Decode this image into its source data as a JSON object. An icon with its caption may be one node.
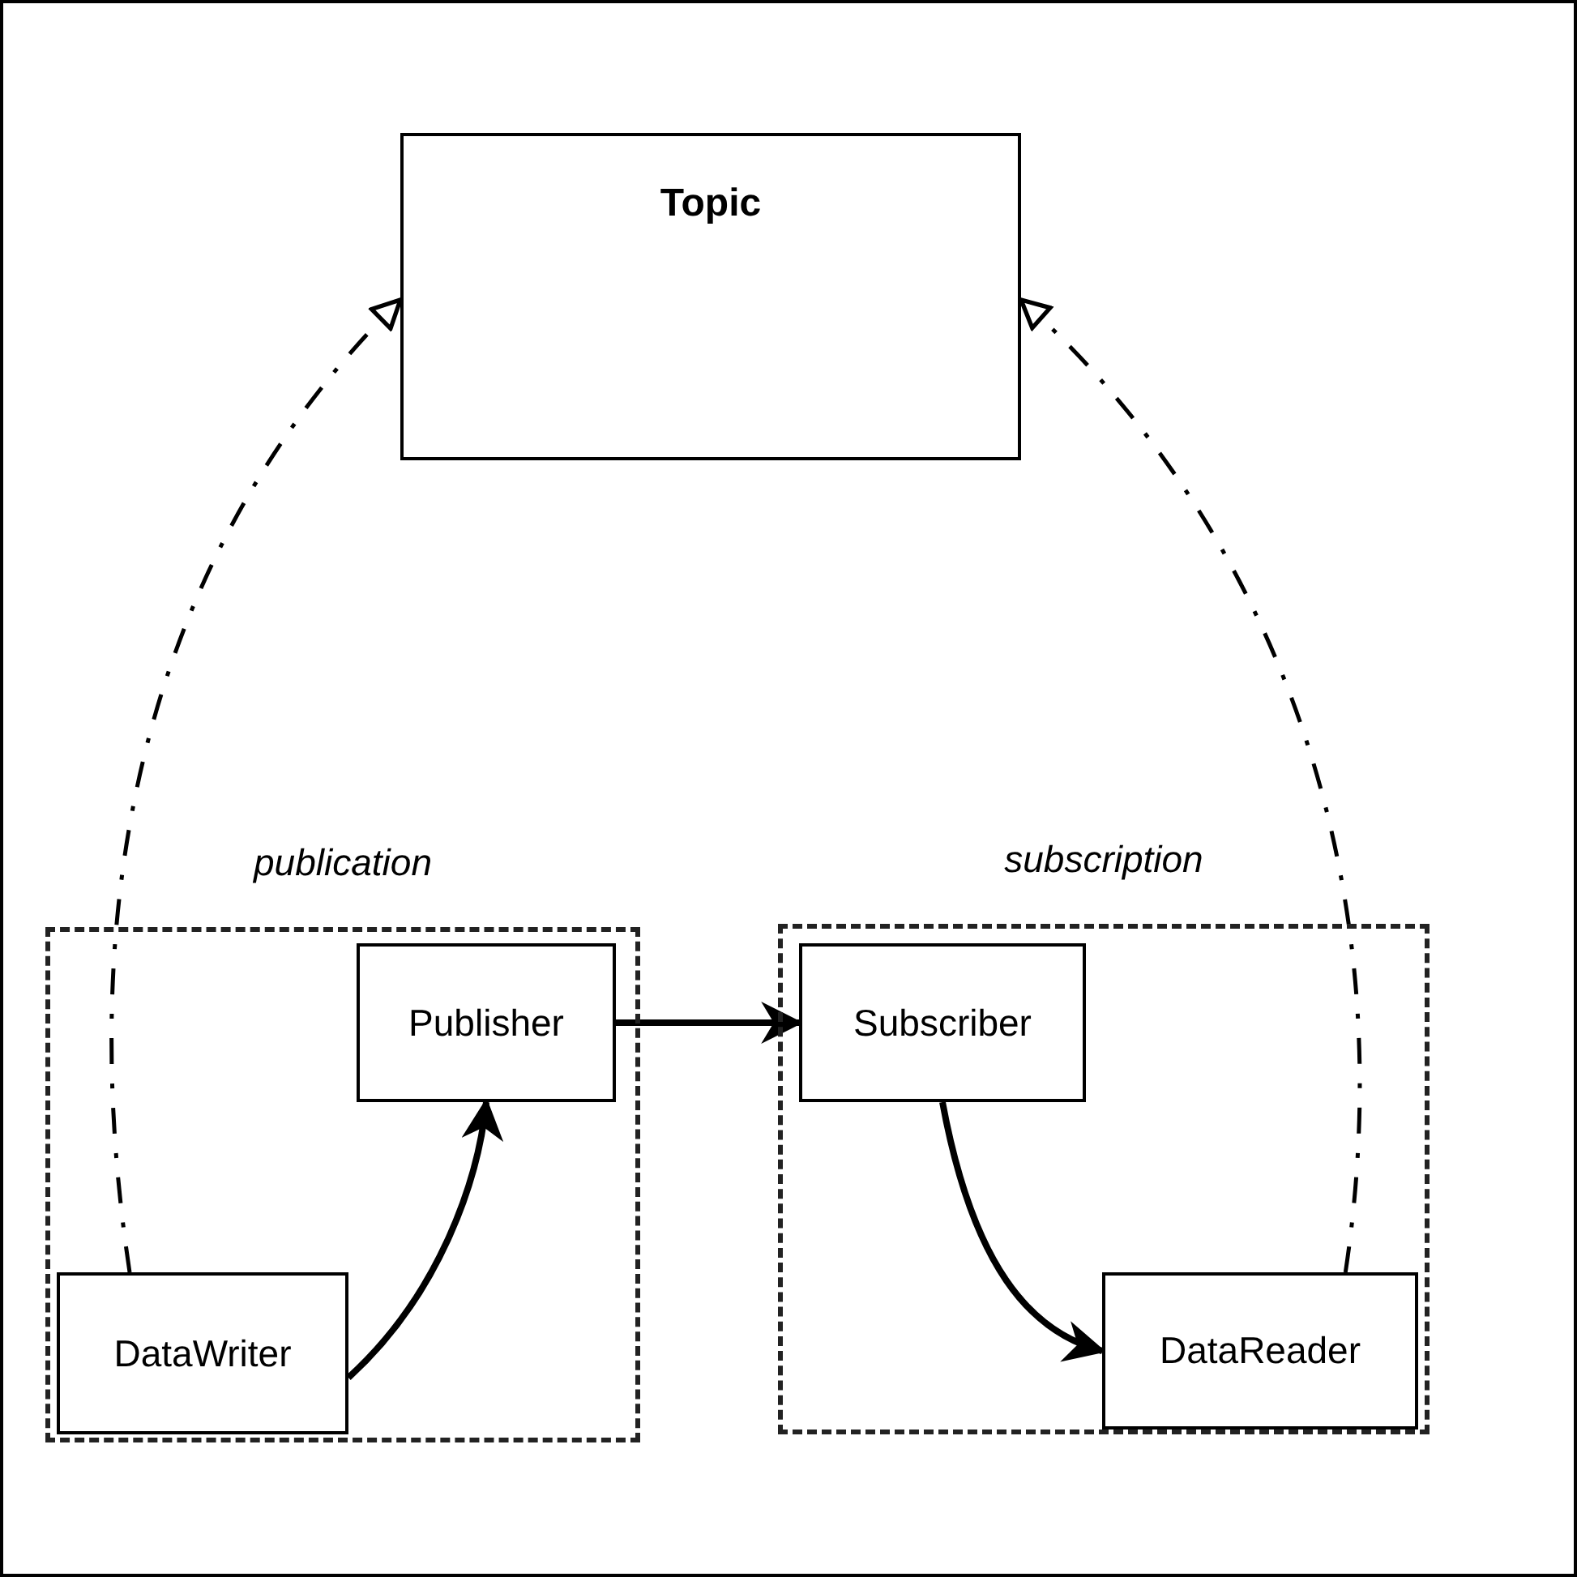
{
  "diagram": {
    "nodes": [
      {
        "text": [
          "Topic"
        ]
      },
      {
        "text": [
          "publication"
        ]
      },
      {
        "text": [
          "Publisher"
        ],
        "in": 1
      },
      {
        "text": [
          "DataWriter"
        ],
        "in": 1
      },
      {
        "text": [
          "subscription"
        ]
      },
      {
        "text": [
          "Subscriber"
        ],
        "in": 4
      },
      {
        "text": [
          "DataReader"
        ],
        "in": 4
      }
    ],
    "edges": [
      {
        "from": 3,
        "to": 2,
        "arrow": "to"
      },
      {
        "from": 2,
        "to": 5,
        "arrow": "to"
      },
      {
        "from": 5,
        "to": 6,
        "arrow": "to"
      },
      {
        "from": 3,
        "to": 0,
        "arrow": "to",
        "style": "dashed"
      },
      {
        "from": 6,
        "to": 0,
        "arrow": "to",
        "style": "dashed"
      }
    ]
  }
}
